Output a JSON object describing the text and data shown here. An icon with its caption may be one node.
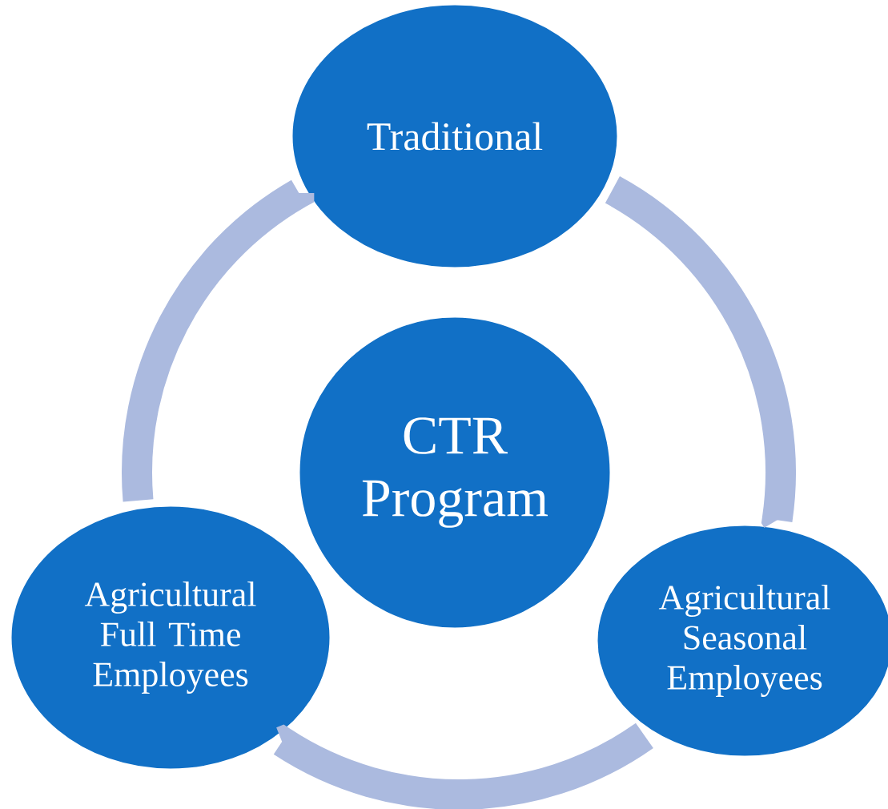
{
  "diagram": {
    "nodes": [
      {
        "text": [
          "CTR Program"
        ]
      },
      {
        "text": [
          "Traditional"
        ]
      },
      {
        "text": [
          "Agricultural Seasonal Employees"
        ]
      },
      {
        "text": [
          "Agricultural Full Time Employees"
        ]
      }
    ],
    "edges": [
      {
        "from": 1,
        "to": 2,
        "arrow": "none"
      },
      {
        "from": 2,
        "to": 3,
        "arrow": "none"
      },
      {
        "from": 3,
        "to": 1,
        "arrow": "none"
      }
    ]
  }
}
